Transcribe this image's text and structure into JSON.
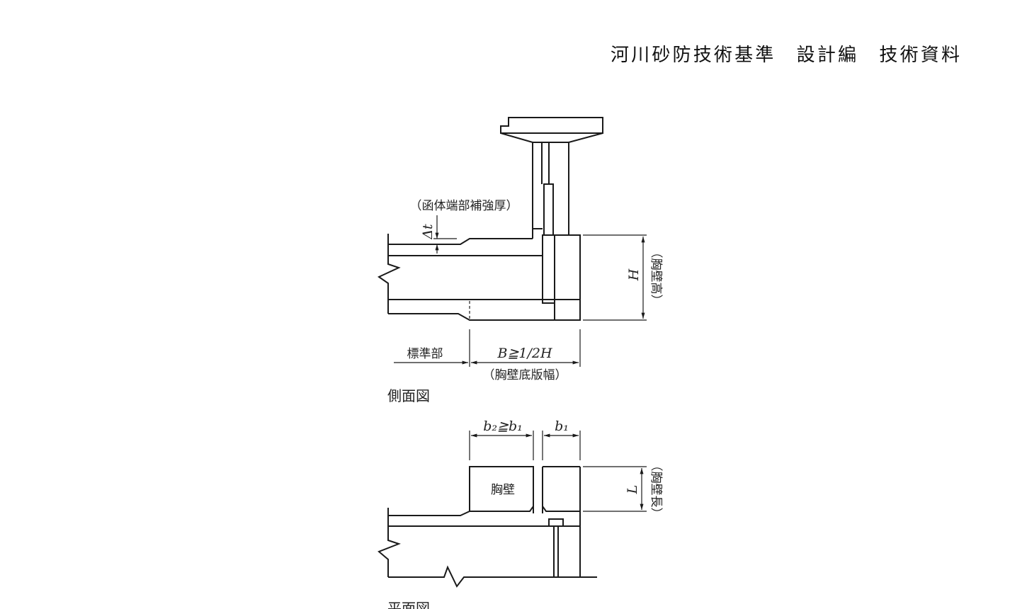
{
  "header": {
    "title": "河川砂防技術基準　設計編　技術資料"
  },
  "side_view": {
    "caption": "側面図",
    "reinforce_label": "（函体端部補強厚）",
    "delta_t": "Δt",
    "height_symbol": "H",
    "height_label": "（胸壁高）",
    "standard_part": "標準部",
    "width_formula": "B≧1/2H",
    "width_label": "（胸壁底版幅）"
  },
  "plan_view": {
    "caption": "平面図",
    "b2_formula": "b₂≧b₁",
    "b1": "b₁",
    "wall_label": "胸壁",
    "length_symbol": "L",
    "length_label": "（胸壁長）"
  }
}
